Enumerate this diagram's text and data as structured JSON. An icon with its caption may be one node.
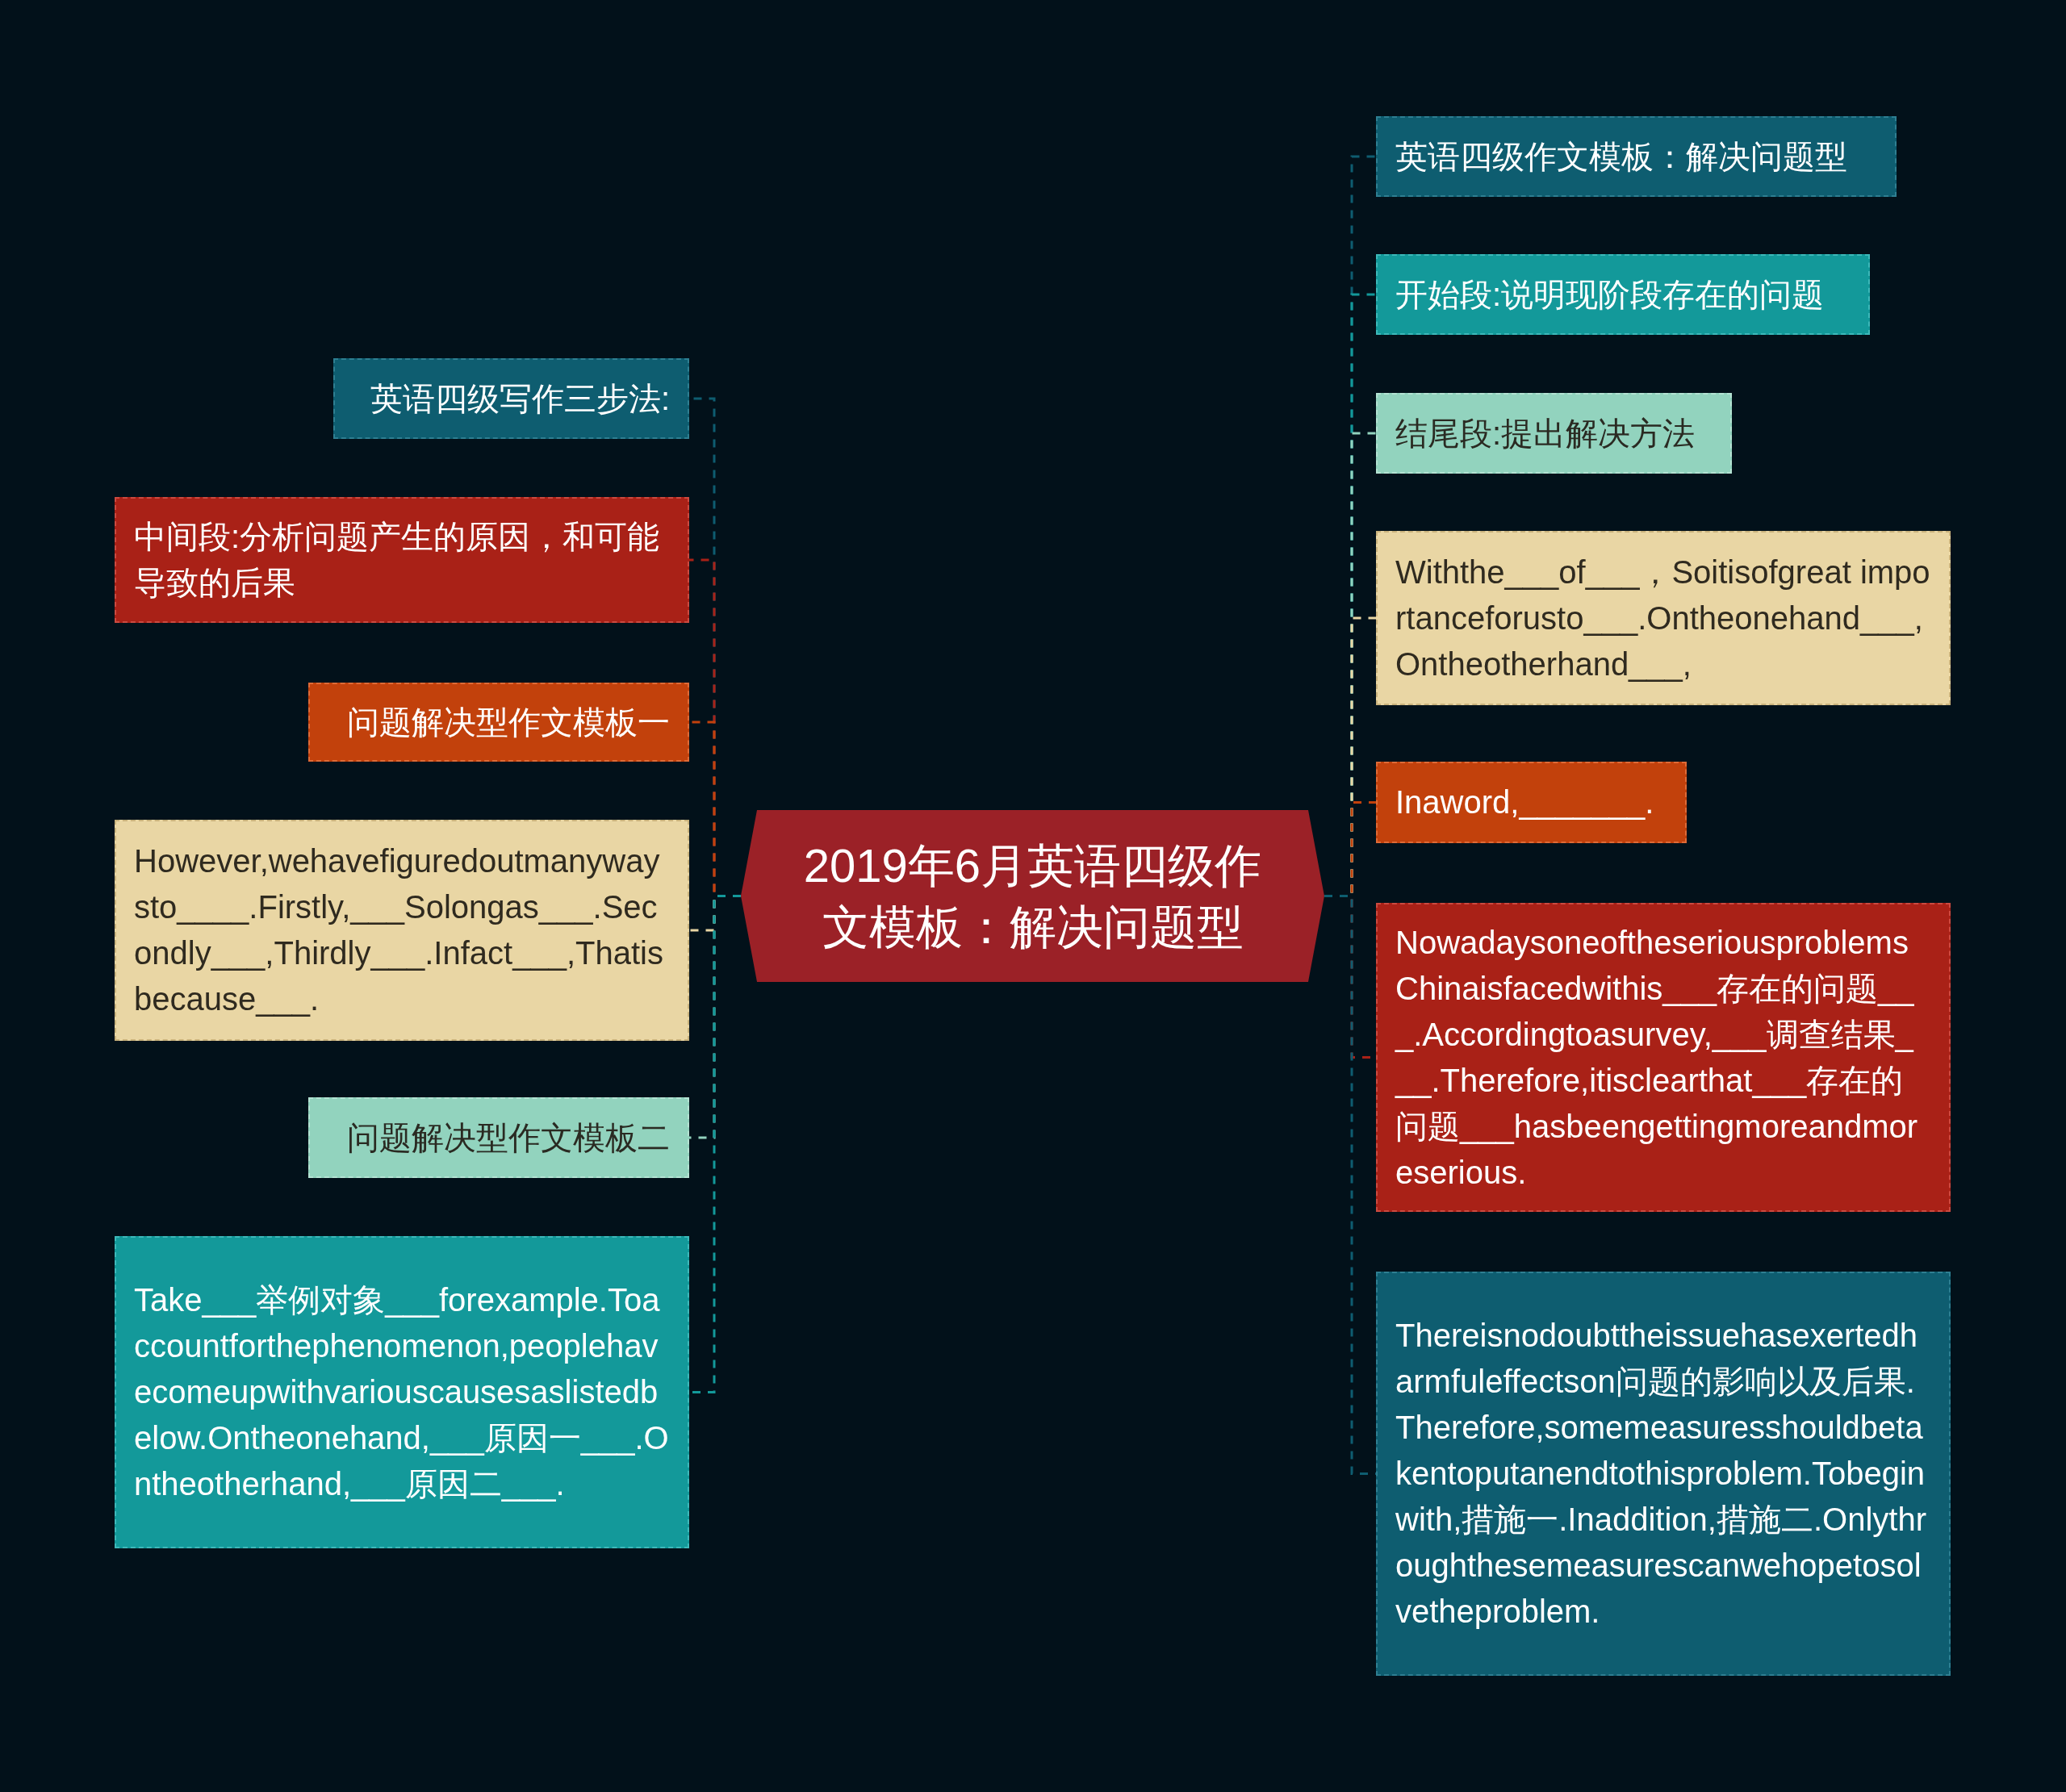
{
  "diagram": {
    "nodes": [
      {
        "text": [
          "2019年6月英语四级作文模板：解决问题型"
        ]
      },
      {
        "text": [
          "英语四级作文模板：解决问题型"
        ]
      },
      {
        "text": [
          "开始段:说明现阶段存在的问题"
        ]
      },
      {
        "text": [
          "结尾段:提出解决方法"
        ]
      },
      {
        "text": [
          "Withthe___of___，Soitisofgreat importanceforusto___.Ontheonehand___,Ontheotherhand___,"
        ]
      },
      {
        "text": [
          "Inaword,_______."
        ]
      },
      {
        "text": [
          "NowadaysoneoftheseriousproblemsChinaisfacedwithis___存在的问题___.Accordingtoasurvey,___调查结果___.Therefore,itisclearthat___存在的问题___hasbeengettingmoreandmoreserious."
        ]
      },
      {
        "text": [
          "Thereisnodoubttheissuehasexertedharmfuleffectson问题的影响以及后果.Therefore,somemeasuresshouldbetakentoputanendtothisproblem.Tobeginwith,措施一.Inaddition,措施二.Onlythroughthesemeasurescanwehopetosolvetheproblem."
        ]
      },
      {
        "text": [
          "英语四级写作三步法:"
        ]
      },
      {
        "text": [
          "中间段:分析问题产生的原因，和可能导致的后果"
        ]
      },
      {
        "text": [
          "问题解决型作文模板一"
        ]
      },
      {
        "text": [
          "However,wehavefiguredoutmanywaysto____.Firstly,___Solongas___.Secondly___,Thirdly___.Infact___,Thatisbecause___."
        ]
      },
      {
        "text": [
          "问题解决型作文模板二"
        ]
      },
      {
        "text": [
          "Take___举例对象___forexample.Toaccountforthephenomenon,peoplehavecomeupwithvariouscausesaslistedbelow.Ontheonehand,___原因一___.Ontheotherhand,___原因二___."
        ]
      }
    ],
    "edges": [
      {
        "from": 0,
        "to": 1,
        "arrow": "none",
        "style": "dashed",
        "color": "#0e5d70"
      },
      {
        "from": 0,
        "to": 2,
        "arrow": "none",
        "style": "dashed",
        "color": "#13999a"
      },
      {
        "from": 0,
        "to": 3,
        "arrow": "none",
        "style": "dashed",
        "color": "#92d3be"
      },
      {
        "from": 0,
        "to": 4,
        "arrow": "none",
        "style": "dashed",
        "color": "#e9d6a4"
      },
      {
        "from": 0,
        "to": 5,
        "arrow": "none",
        "style": "dashed",
        "color": "#c2410c"
      },
      {
        "from": 0,
        "to": 6,
        "arrow": "none",
        "style": "dashed",
        "color": "#a92117"
      },
      {
        "from": 0,
        "to": 7,
        "arrow": "none",
        "style": "dashed",
        "color": "#0e5d70"
      },
      {
        "from": 0,
        "to": 8,
        "arrow": "none",
        "style": "dashed",
        "color": "#0e5d70"
      },
      {
        "from": 0,
        "to": 9,
        "arrow": "none",
        "style": "dashed",
        "color": "#a92117"
      },
      {
        "from": 0,
        "to": 10,
        "arrow": "none",
        "style": "dashed",
        "color": "#c2410c"
      },
      {
        "from": 0,
        "to": 11,
        "arrow": "none",
        "style": "dashed",
        "color": "#e9d6a4"
      },
      {
        "from": 0,
        "to": 12,
        "arrow": "none",
        "style": "dashed",
        "color": "#92d3be"
      },
      {
        "from": 0,
        "to": 13,
        "arrow": "none",
        "style": "dashed",
        "color": "#13999a"
      }
    ]
  }
}
